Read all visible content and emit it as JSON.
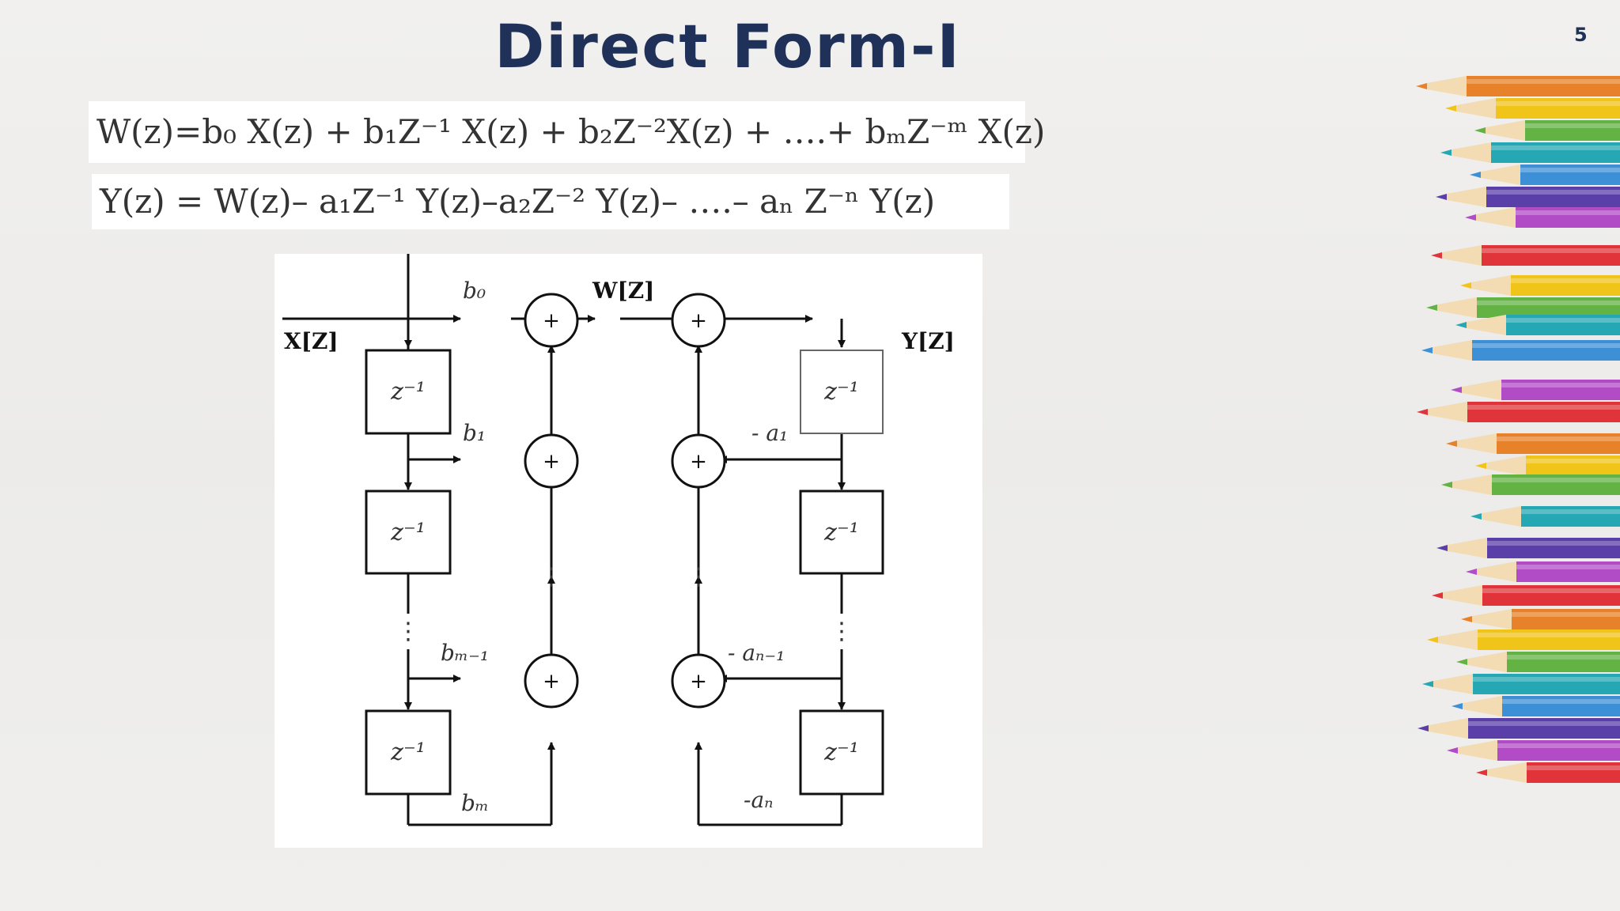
{
  "slide": {
    "title": "Direct Form-I",
    "number": "5"
  },
  "equations": {
    "w_equation": "W(z)=b₀ X(z) + b₁Z⁻¹ X(z) + b₂Z⁻²X(z) + ….+ bₘZ⁻ᵐ X(z)",
    "y_equation": "Y(z) = W(z)– a₁Z⁻¹ Y(z)–a₂Z⁻² Y(z)– ….– aₙ Z⁻ⁿ Y(z)"
  },
  "diagram": {
    "input_label": "X[Z]",
    "middle_label": "W[Z]",
    "output_label": "Y[Z]",
    "delay_label": "z⁻¹",
    "adder_symbol": "+",
    "ellipsis": "⋮",
    "feedforward": {
      "b0": "b₀",
      "b1": "b₁",
      "bm1": "bₘ₋₁",
      "bm": "bₘ"
    },
    "feedback": {
      "a1": "- a₁",
      "an1": "- aₙ₋₁",
      "an": "-aₙ"
    }
  },
  "colors": {
    "title": "#1f3158",
    "pencils": [
      "#e8822a",
      "#f1c419",
      "#62b244",
      "#25a8b3",
      "#3d8fd6",
      "#5a3fa8",
      "#b24bc6",
      "#e0343a",
      "#f1c419",
      "#62b244",
      "#25a8b3",
      "#3d8fd6",
      "#b24bc6",
      "#e0343a",
      "#e8822a",
      "#f1c419",
      "#62b244",
      "#25a8b3",
      "#5a3fa8",
      "#b24bc6",
      "#e0343a",
      "#e8822a",
      "#f1c419",
      "#62b244",
      "#25a8b3",
      "#3d8fd6",
      "#5a3fa8",
      "#b24bc6",
      "#e0343a"
    ]
  }
}
